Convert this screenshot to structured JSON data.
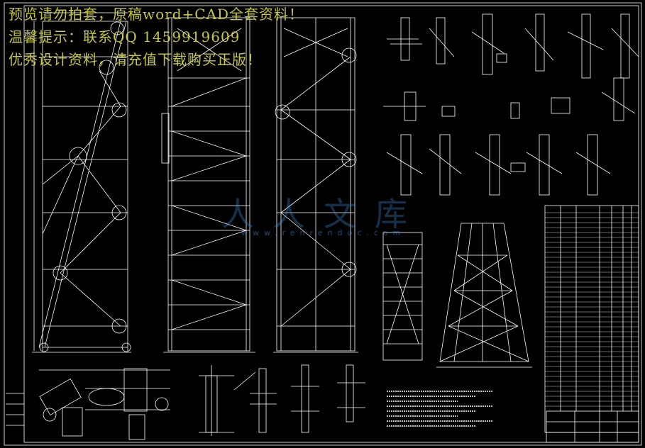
{
  "notices": {
    "line1": "预览请勿拍套，原稿word+CAD全套资料！",
    "line2": "温馨提示：联系QQ 1459919609",
    "line3": "优秀设计资料，请充值下载购买正版！"
  },
  "watermark": {
    "characters": "人人文库",
    "site": "www.renrendoc.com",
    "color": "#3f8bd0"
  },
  "colors": {
    "background": "#000000",
    "lines": "#ffffff",
    "notice_text": "#d6d64a",
    "watermark": "#3f8bd0"
  }
}
